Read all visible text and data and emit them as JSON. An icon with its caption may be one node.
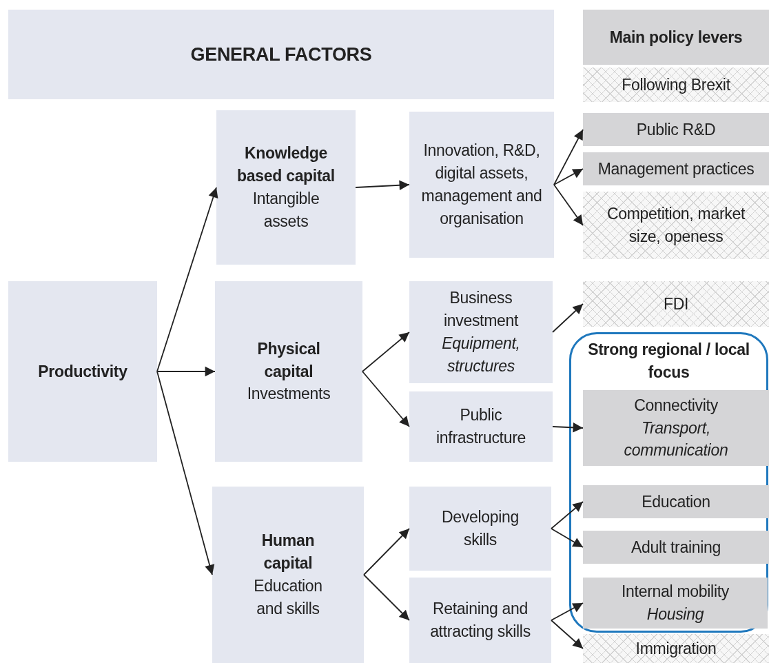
{
  "diagram": {
    "nodes": [
      {
        "text": [
          "GENERAL FACTORS"
        ]
      },
      {
        "text": [
          "Main policy levers"
        ]
      },
      {
        "text": [
          "Following Brexit"
        ]
      },
      {
        "text": [
          "Knowledge based capital",
          "Intangible assets"
        ]
      },
      {
        "text": [
          "Innovation, R&D, digital assets, management and organisation"
        ]
      },
      {
        "text": [
          "Public R&D"
        ]
      },
      {
        "text": [
          "Management practices"
        ]
      },
      {
        "text": [
          "Competition, market size, openess"
        ]
      },
      {
        "text": [
          "Productivity"
        ]
      },
      {
        "text": [
          "Physical capital",
          "Investments"
        ]
      },
      {
        "text": [
          "Business investment",
          "Equipment, structures"
        ]
      },
      {
        "text": [
          "FDI"
        ]
      },
      {
        "text": [
          "Strong regional / local focus"
        ]
      },
      {
        "text": [
          "Public infrastructure"
        ]
      },
      {
        "text": [
          "Connectivity",
          "Transport, communication"
        ],
        "in": 12
      },
      {
        "text": [
          "Human capital",
          "Education and skills"
        ]
      },
      {
        "text": [
          "Developing skills"
        ]
      },
      {
        "text": [
          "Education"
        ],
        "in": 12
      },
      {
        "text": [
          "Adult training"
        ],
        "in": 12
      },
      {
        "text": [
          "Retaining and attracting skills"
        ]
      },
      {
        "text": [
          "Internal mobility",
          "Housing"
        ],
        "in": 12
      },
      {
        "text": [
          "Immigration"
        ]
      }
    ],
    "edges": [
      {
        "from": 8,
        "to": 3,
        "arrow": "to"
      },
      {
        "from": 8,
        "to": 9,
        "arrow": "to"
      },
      {
        "from": 8,
        "to": 15,
        "arrow": "to"
      },
      {
        "from": 3,
        "to": 4,
        "arrow": "to"
      },
      {
        "from": 4,
        "to": 5,
        "arrow": "to"
      },
      {
        "from": 4,
        "to": 6,
        "arrow": "to"
      },
      {
        "from": 4,
        "to": 7,
        "arrow": "to"
      },
      {
        "from": 9,
        "to": 10,
        "arrow": "to"
      },
      {
        "from": 9,
        "to": 13,
        "arrow": "to"
      },
      {
        "from": 10,
        "to": 11,
        "arrow": "to"
      },
      {
        "from": 13,
        "to": 14,
        "arrow": "to"
      },
      {
        "from": 15,
        "to": 16,
        "arrow": "to"
      },
      {
        "from": 15,
        "to": 19,
        "arrow": "to"
      },
      {
        "from": 16,
        "to": 17,
        "arrow": "to"
      },
      {
        "from": 16,
        "to": 18,
        "arrow": "to"
      },
      {
        "from": 19,
        "to": 20,
        "arrow": "to"
      },
      {
        "from": 19,
        "to": 21,
        "arrow": "to"
      }
    ]
  }
}
